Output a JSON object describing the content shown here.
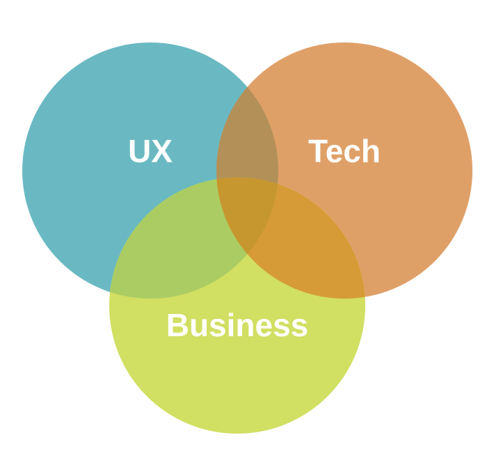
{
  "venn": {
    "sets": [
      {
        "id": "ux",
        "label": "UX",
        "color": "#6ab9c2"
      },
      {
        "id": "tech",
        "label": "Tech",
        "color": "#dfa068"
      },
      {
        "id": "business",
        "label": "Business",
        "color": "#d1df62"
      }
    ],
    "intersections": [
      {
        "sets": [
          "ux",
          "tech"
        ],
        "color": "#b39058"
      },
      {
        "sets": [
          "ux",
          "business"
        ],
        "color": "#abcc63"
      },
      {
        "sets": [
          "tech",
          "business"
        ],
        "color": "#d69b36"
      },
      {
        "sets": [
          "ux",
          "tech",
          "business"
        ],
        "color": "#c7972f"
      }
    ]
  }
}
